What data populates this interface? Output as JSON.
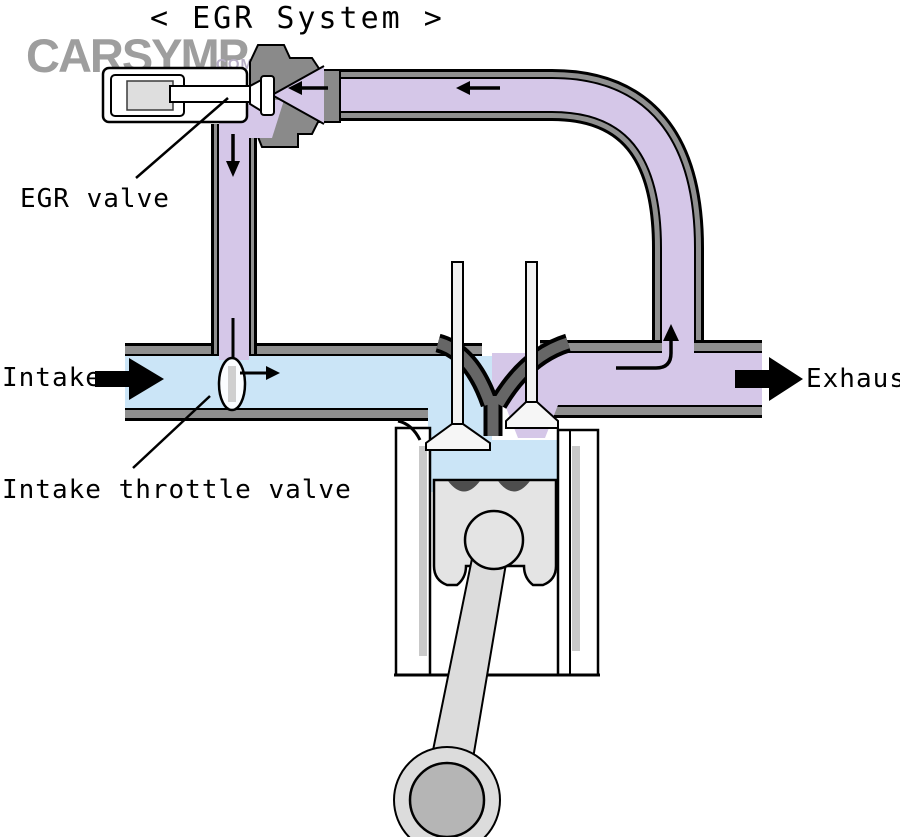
{
  "title": "< EGR System >",
  "watermark": {
    "brand": "CARSYMP",
    "suffix": "COM"
  },
  "labels": {
    "egr_valve": "EGR valve",
    "intake": "Intake",
    "exhaust": "Exhaust",
    "intake_throttle_valve": "Intake throttle valve"
  },
  "colors": {
    "egr_gas": "#d5c7e8",
    "intake_air": "#cbe5f7",
    "pipe_casing": "#8f8f8f",
    "housing": "#8a8a8a",
    "divider": "#666666",
    "metal_light": "#e4e4e4",
    "metal_mid": "#b5b5b5",
    "wall_shade": "#c9c9c9",
    "outline": "#000000",
    "watermark": "#9e9e9e"
  },
  "icons": {
    "egr_top_flow_arrow_outer": "arrow-left",
    "egr_top_flow_arrow_inner": "arrow-left",
    "egr_downpipe_flow_arrow": "arrow-down",
    "egr_riser_flow_arrow": "arrow-up-elbow",
    "throttle_flow_arrow": "arrow-right",
    "intake_flow_arrow": "arrow-right",
    "exhaust_flow_arrow": "arrow-right"
  }
}
